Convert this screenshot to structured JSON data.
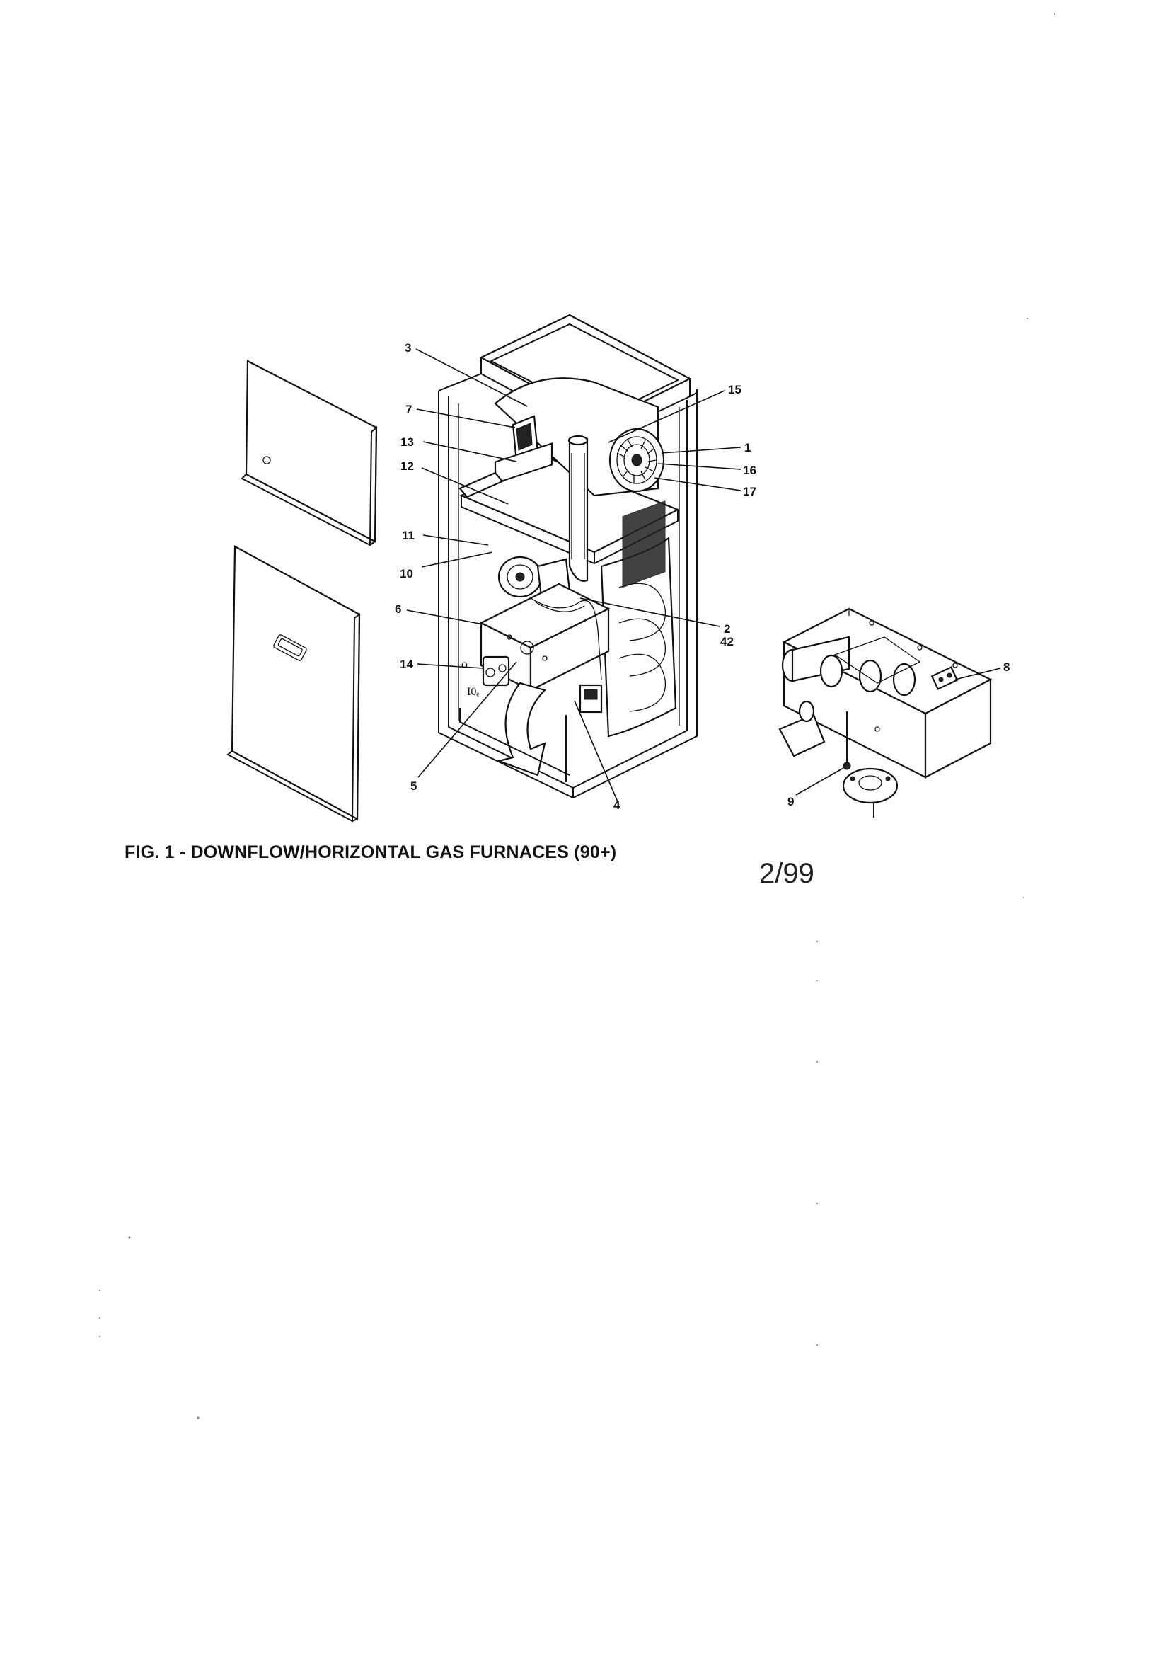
{
  "figure": {
    "caption": "FIG. 1 - DOWNFLOW/HORIZONTAL GAS FURNACES (90+)",
    "date_code": "2/99"
  },
  "callouts": {
    "c1": "1",
    "c2": "2",
    "c3": "3",
    "c4": "4",
    "c5": "5",
    "c6": "6",
    "c7": "7",
    "c8": "8",
    "c9": "9",
    "c10": "10",
    "c11": "11",
    "c12": "12",
    "c13": "13",
    "c14": "14",
    "c15": "15",
    "c16": "16",
    "c17": "17",
    "c42": "42"
  }
}
